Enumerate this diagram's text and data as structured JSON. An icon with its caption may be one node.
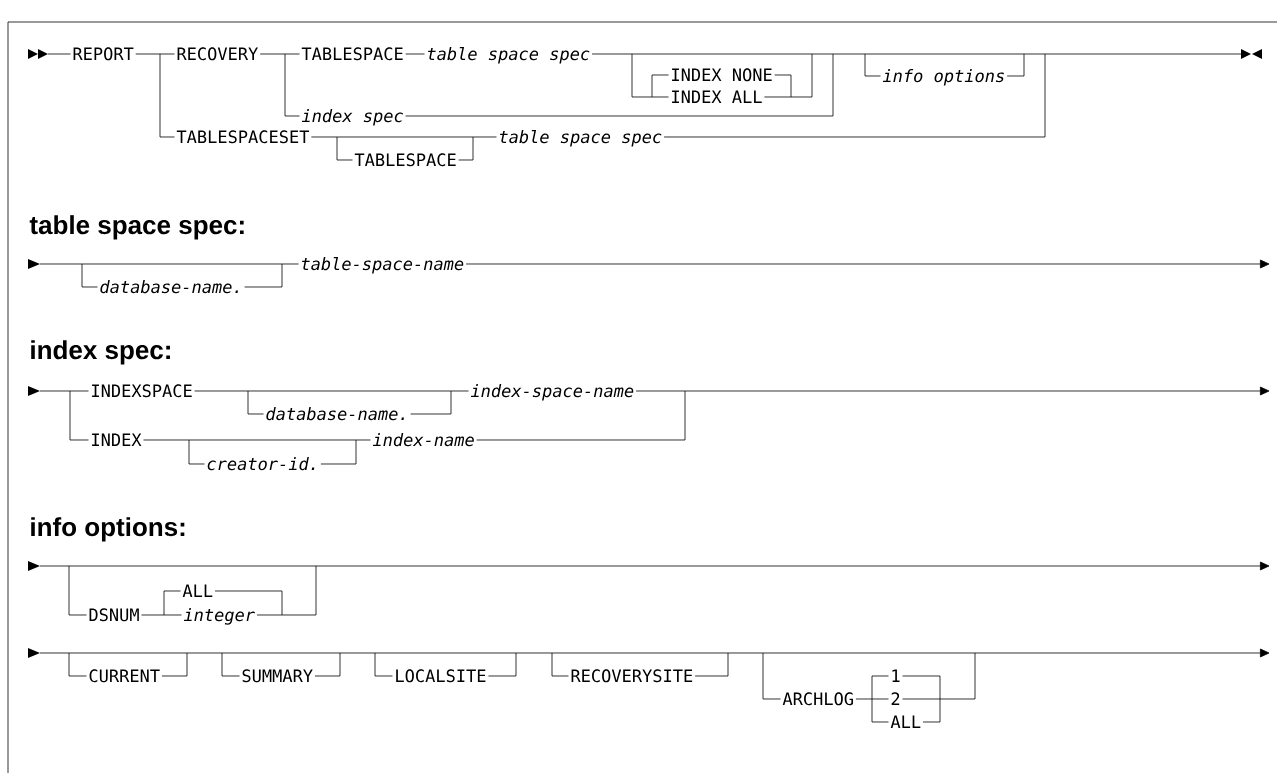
{
  "diagram": {
    "labels": [
      "REPORT",
      "RECOVERY",
      "TABLESPACE",
      "table space spec",
      "INDEX NONE",
      "INDEX ALL",
      "info options",
      "index spec",
      "TABLESPACESET",
      "table space spec",
      "TABLESPACE",
      "table space spec:",
      "table-space-name",
      "database-name.",
      "index spec:",
      "INDEXSPACE",
      "index-space-name",
      "database-name.",
      "INDEX",
      "index-name",
      "creator-id.",
      "info options:",
      "ALL",
      "DSNUM",
      "integer",
      "CURRENT",
      "SUMMARY",
      "LOCALSITE",
      "RECOVERYSITE",
      "1",
      "ARCHLOG",
      "2",
      "ALL"
    ]
  }
}
